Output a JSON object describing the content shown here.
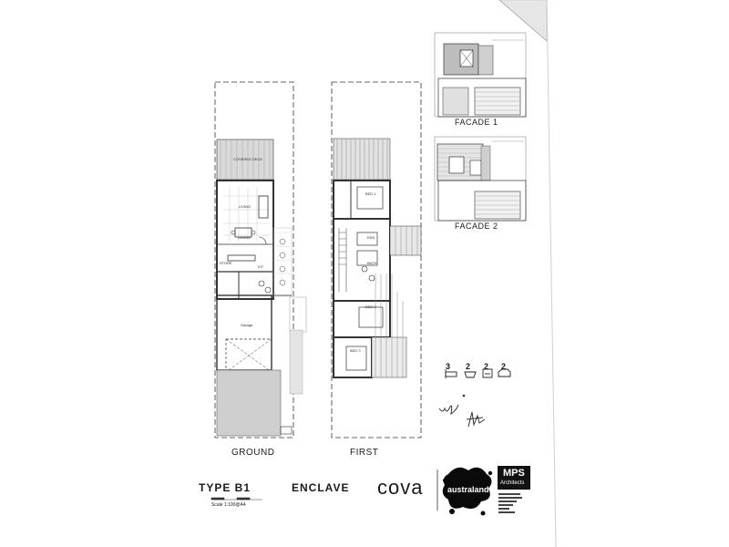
{
  "plans": {
    "ground_label": "GROUND",
    "first_label": "FIRST",
    "ground_rooms": [
      "COVERED DECK",
      "LIVING",
      "DINING",
      "KIT",
      "STORE",
      "Garage"
    ],
    "first_rooms": [
      "BED 1",
      "BED 2",
      "BED 3",
      "BATH",
      "ENS"
    ]
  },
  "facades": {
    "facade1_label": "FACADE 1",
    "facade2_label": "FACADE 2"
  },
  "features": {
    "beds": "3",
    "baths": "2",
    "living": "2",
    "cars": "2"
  },
  "title_block": {
    "type_label": "TYPE B1",
    "scale_note": "Scale 1:100@A4",
    "enclave_label": "ENCLAVE",
    "cova_label": "cova",
    "australand_label": "australand",
    "mps_label": "MPS",
    "mps_sub": "Architects"
  }
}
